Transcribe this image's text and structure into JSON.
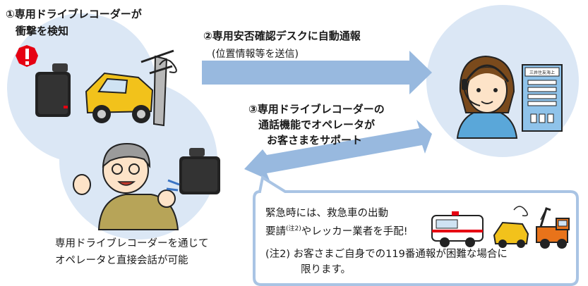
{
  "step1": {
    "line1": "①専用ドライブレコーダーが",
    "line2": "衝撃を検知"
  },
  "step2": {
    "title": "②専用安否確認デスクに自動通報",
    "subtitle": "(位置情報等を送信)"
  },
  "step3": {
    "line1": "③専用ドライブレコーダーの",
    "line2": "通話機能でオペレータが",
    "line3": "お客さまをサポート"
  },
  "caption_left": {
    "line1": "専用ドライブレコーダーを通じて",
    "line2": "オペレータと直接会話が可能"
  },
  "infobox": {
    "line1": "緊急時には、救急車の出動",
    "line2_pre": "要請",
    "line2_note": "(注2)",
    "line2_post": "やレッカー業者を手配!",
    "note_line1": "(注2) お客さまご自身での119番通報が困難な場合に",
    "note_line2": "限ります。"
  },
  "building_sign": "三井住友海上",
  "alert_mark": "!",
  "colors": {
    "circle_fill": "#dbe7f5",
    "arrow_fill": "#98b9df",
    "box_border": "#a9c4e4",
    "alert_red": "#e60012",
    "car_yellow": "#f2c21b"
  },
  "icons": [
    "alert-icon",
    "dashcam-icon",
    "crashed-car-icon",
    "utility-pole-icon",
    "man-icon",
    "operator-icon",
    "building-icon",
    "ambulance-icon",
    "tow-truck-icon"
  ]
}
